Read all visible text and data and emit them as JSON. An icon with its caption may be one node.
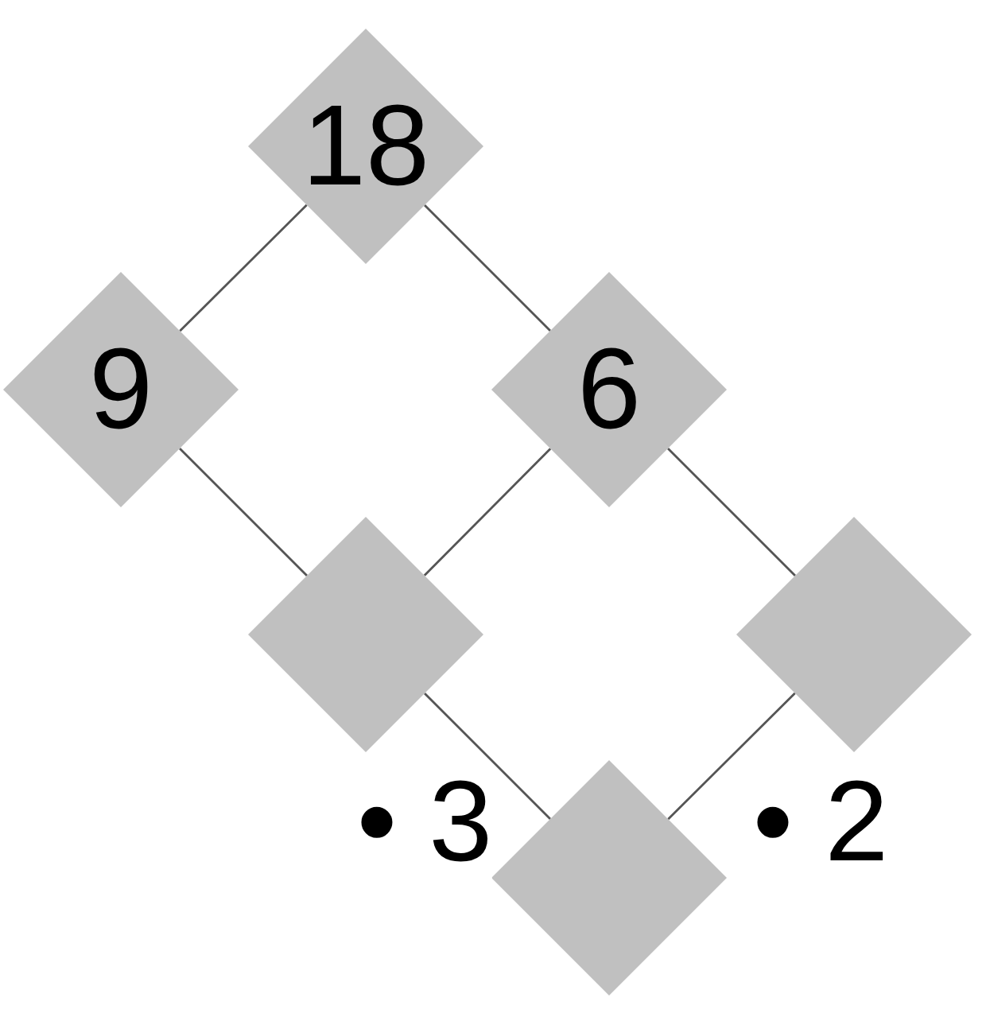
{
  "diagram": {
    "nodes": [
      {
        "text": [
          "18"
        ]
      },
      {
        "text": [
          "9"
        ]
      },
      {
        "text": [
          "6"
        ]
      },
      {
        "text": [],
        "shape": "diamond"
      },
      {
        "text": [],
        "shape": "diamond"
      },
      {
        "text": [],
        "shape": "diamond"
      }
    ],
    "edges": [
      {
        "from": 0,
        "to": 1,
        "arrow": "none"
      },
      {
        "from": 0,
        "to": 2,
        "arrow": "none"
      },
      {
        "from": 1,
        "to": 3,
        "arrow": "none"
      },
      {
        "from": 2,
        "to": 3,
        "arrow": "none"
      },
      {
        "from": 2,
        "to": 4,
        "arrow": "none"
      },
      {
        "from": 3,
        "to": 5,
        "arrow": "none",
        "label": "• 3"
      },
      {
        "from": 4,
        "to": 5,
        "arrow": "none",
        "label": "• 2"
      }
    ]
  }
}
